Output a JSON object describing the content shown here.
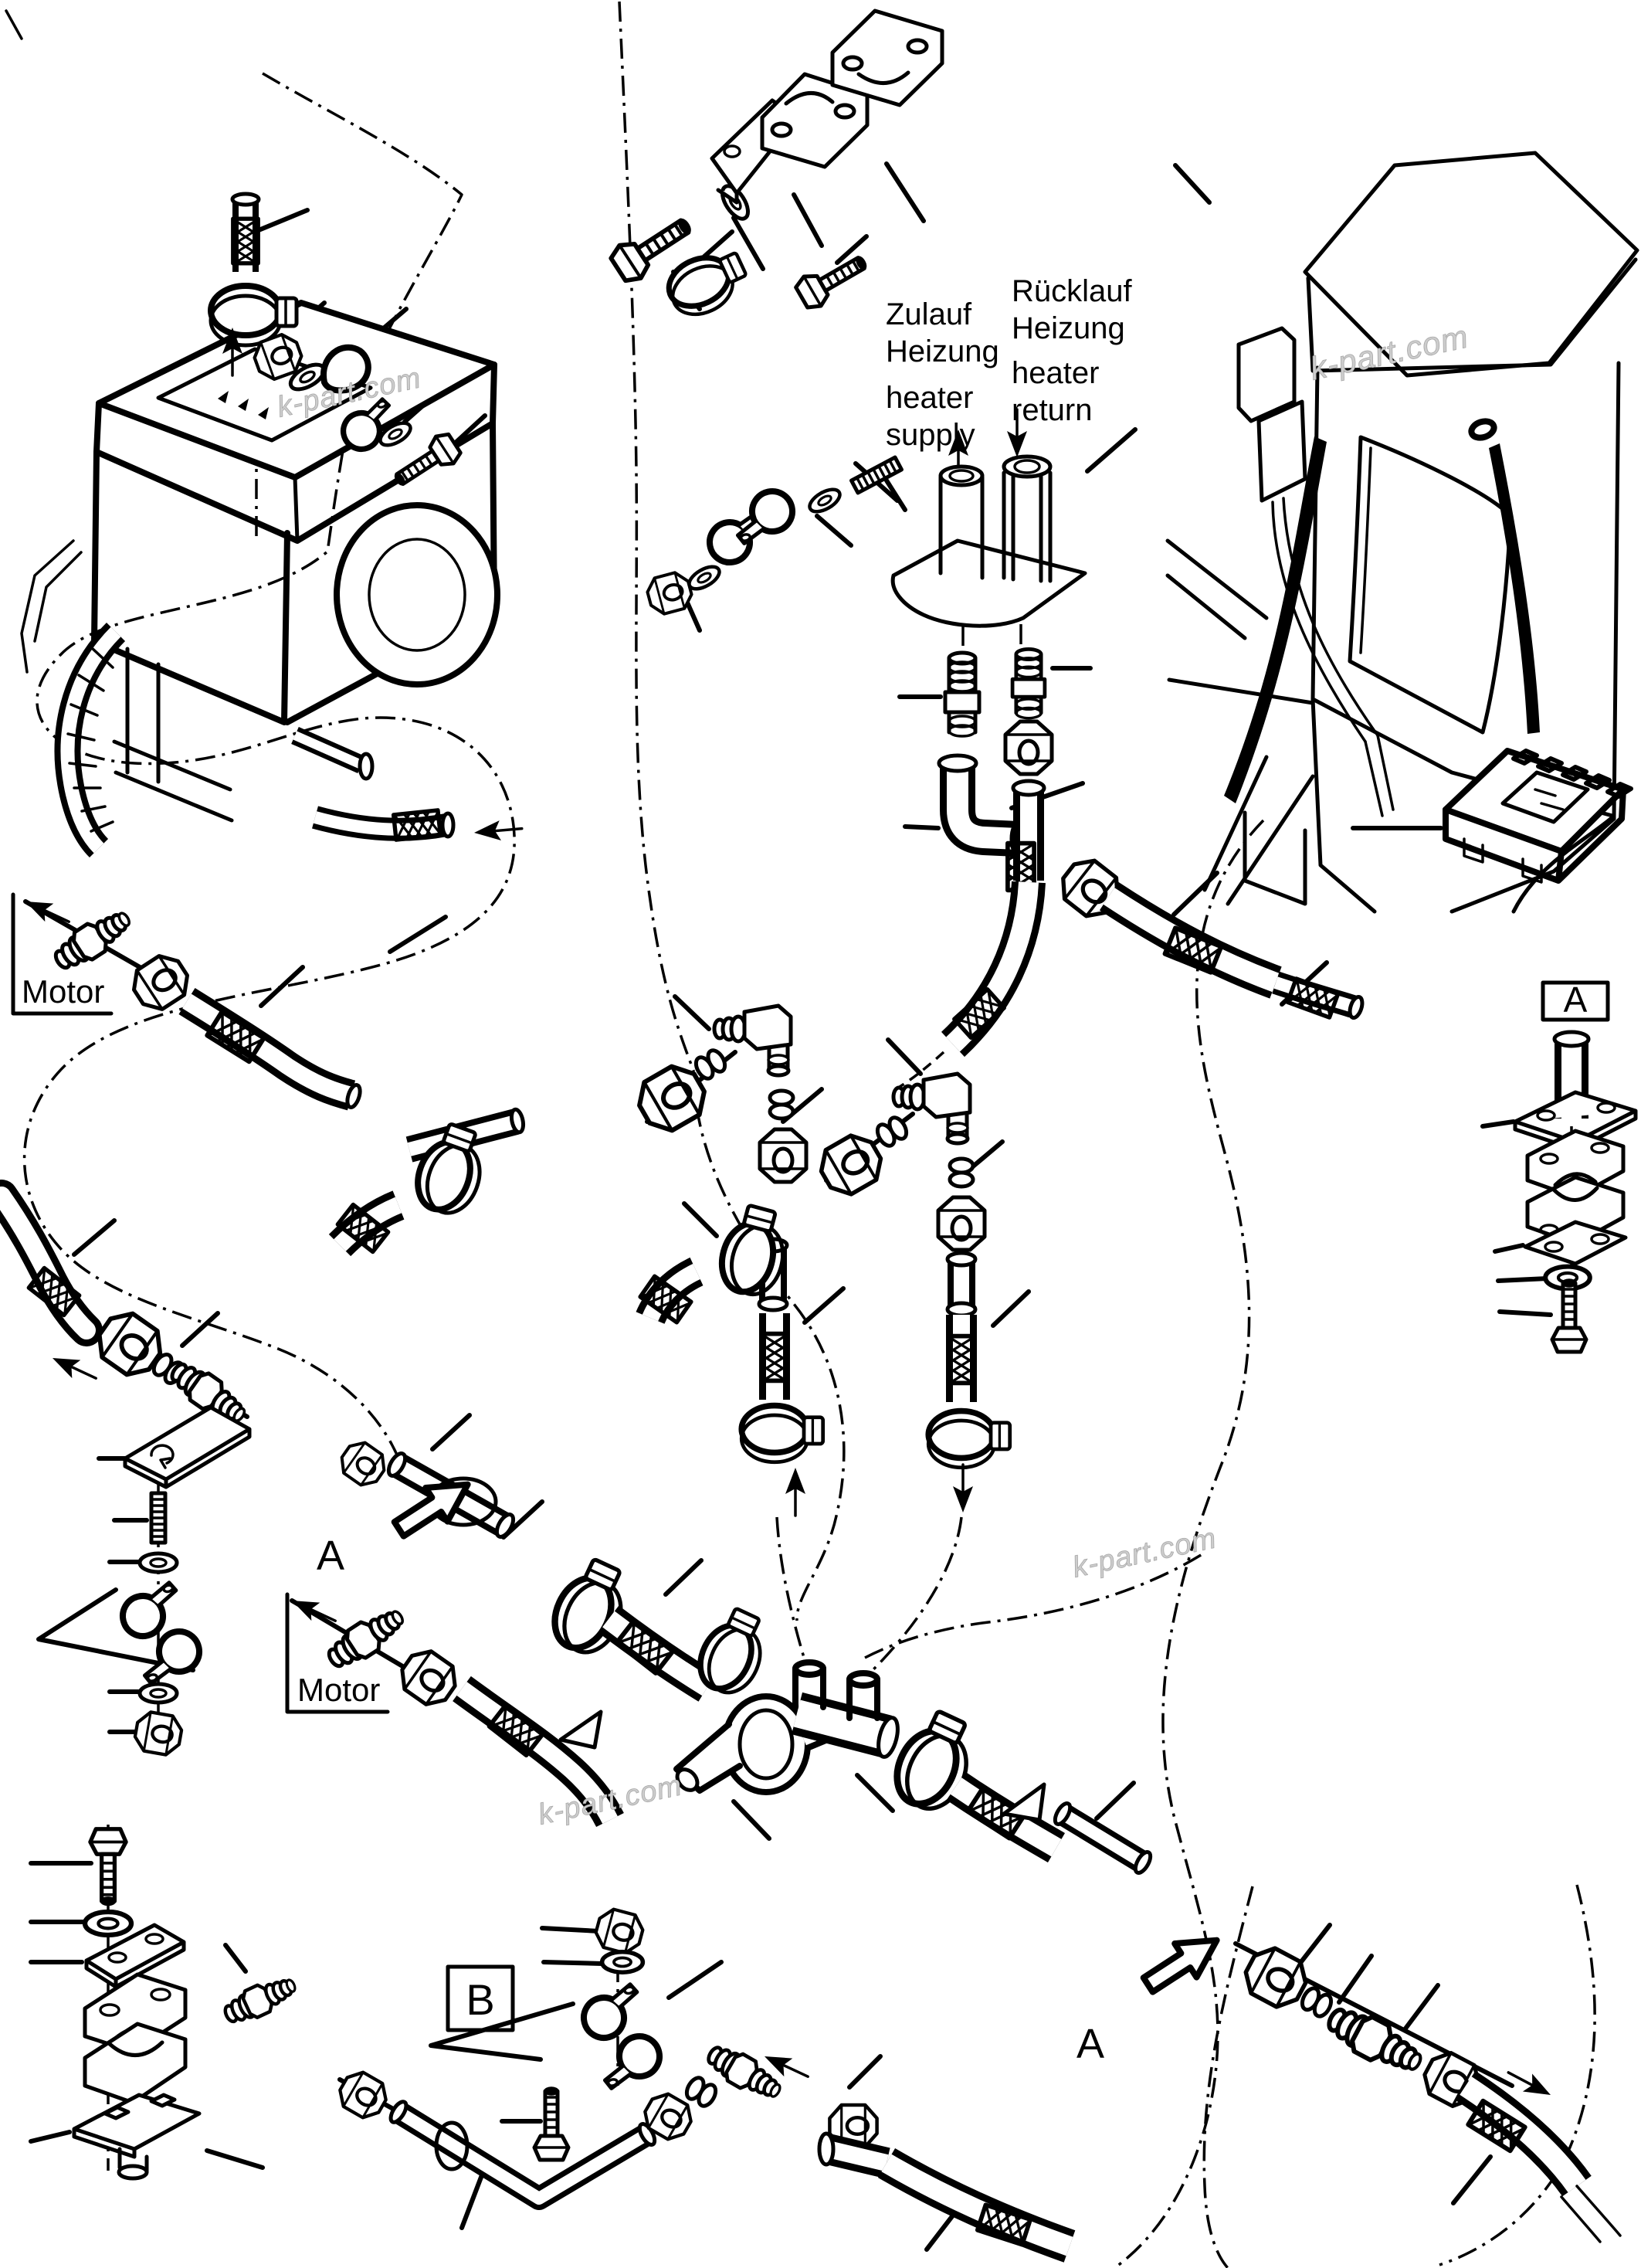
{
  "diagram": {
    "type": "exploded-parts-diagram",
    "subject": "auxiliary heater hose installation",
    "background": "#ffffff",
    "line_color": "#000000",
    "watermark_color": "#cdcdcd",
    "labels": {
      "supply_de_line1": "Zulauf",
      "supply_de_line2": "Heizung",
      "supply_en_line1": "heater",
      "supply_en_line2": "supply",
      "return_de_line1": "Rücklauf",
      "return_de_line2": "Heizung",
      "return_en_line1": "heater",
      "return_en_line2": "return",
      "motor_upper": "Motor",
      "motor_lower": "Motor",
      "detail_a_box": "A",
      "detail_b_box": "B",
      "marker_a_mid": "A",
      "marker_a_right": "A"
    },
    "watermarks": [
      "k-part.com",
      "k-part.com",
      "k-part.com",
      "k-part.com"
    ]
  }
}
